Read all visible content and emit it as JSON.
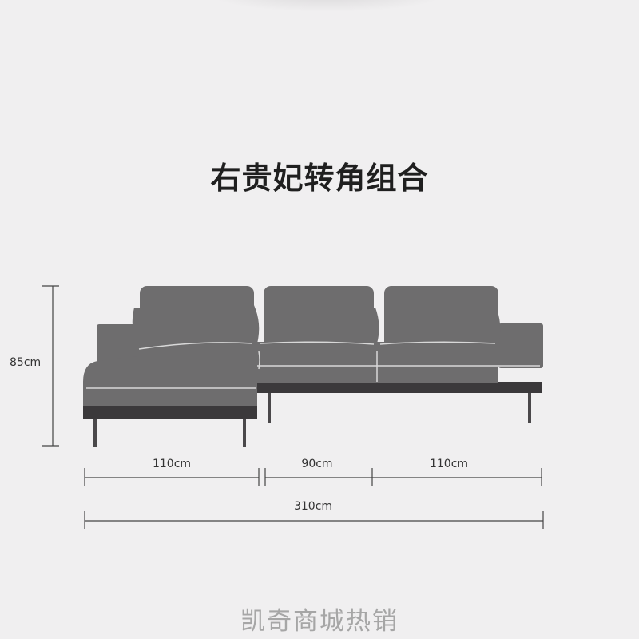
{
  "title": "右贵妃转角组合",
  "watermark": "凯奇商城热销",
  "dimensions": {
    "height": "85cm",
    "segment_left": "110cm",
    "segment_middle": "90cm",
    "segment_right": "110cm",
    "total": "310cm"
  },
  "colors": {
    "background": "#f0eff0",
    "sofa": "#6e6d6e",
    "sofa_seam": "#d8d8d8",
    "sofa_base": "#3b393b",
    "dimension_line": "#444444",
    "watermark": "#a6a6a6"
  }
}
